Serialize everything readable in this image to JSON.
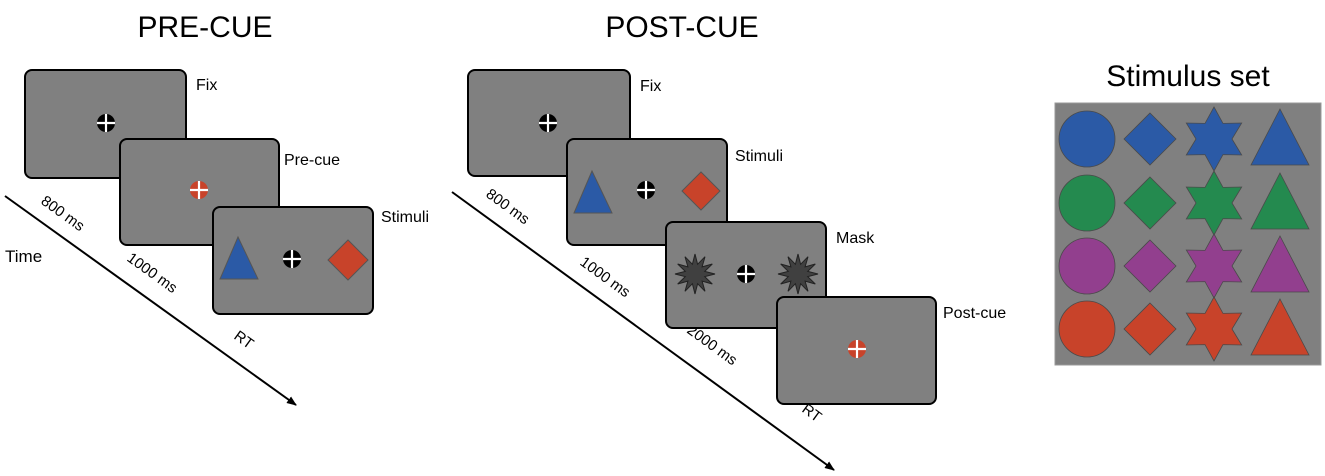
{
  "pre_cue": {
    "title": "PRE-CUE",
    "time_label": "Time",
    "screens": {
      "fix": "Fix",
      "pre_cue": "Pre-cue",
      "stimuli": "Stimuli"
    },
    "durations": [
      "800 ms",
      "1000 ms",
      "RT"
    ]
  },
  "post_cue": {
    "title": "POST-CUE",
    "screens": {
      "fix": "Fix",
      "stimuli": "Stimuli",
      "mask": "Mask",
      "post_cue": "Post-cue"
    },
    "durations": [
      "800 ms",
      "1000 ms",
      "2000 ms",
      "RT"
    ]
  },
  "stimulus_set": {
    "title": "Stimulus set",
    "shapes": [
      "circle",
      "diamond",
      "star",
      "triangle"
    ],
    "colors": [
      {
        "name": "blue",
        "hex": "#2b5aa6"
      },
      {
        "name": "green",
        "hex": "#248a4f"
      },
      {
        "name": "purple",
        "hex": "#923f8e"
      },
      {
        "name": "red",
        "hex": "#c8432a"
      }
    ]
  },
  "colors": {
    "screen_fill": "#808080",
    "set_background": "#808080",
    "fixation_dark": "#000000",
    "cue_red": "#c8432a",
    "mask_fill": "#404040",
    "stim_blue": "#2b5aa6",
    "stim_red": "#c8432a"
  }
}
